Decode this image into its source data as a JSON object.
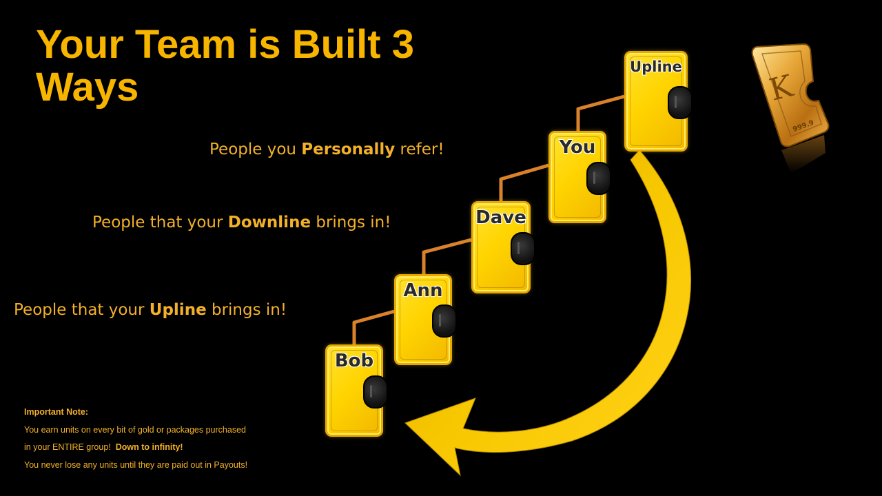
{
  "title": "Your Team is Built 3 Ways",
  "points": [
    {
      "before": "People you ",
      "bold": "Personally",
      "after": " refer!"
    },
    {
      "before": "People that your ",
      "bold": "Downline",
      "after": " brings in!"
    },
    {
      "before": "People that your ",
      "bold": "Upline",
      "after": " brings in!"
    }
  ],
  "nodes": [
    {
      "label": "Upline"
    },
    {
      "label": "You"
    },
    {
      "label": "Dave"
    },
    {
      "label": "Ann"
    },
    {
      "label": "Bob"
    }
  ],
  "note": {
    "title": "Important Note:",
    "line1": "You earn units on every bit of gold or packages purchased",
    "line2": "in your ENTIRE group!",
    "line2_bold": "Down to infinity!",
    "line3": "You never lose any units until they are paid out in Payouts!"
  },
  "gold_bar": {
    "purity": "999.9",
    "logo": "K"
  },
  "colors": {
    "title": "#F7B500",
    "text": "#F3B12A",
    "node_fill": "#FFD400",
    "connector": "#D9822B",
    "arrow": "#F2C200",
    "background": "#000000"
  }
}
